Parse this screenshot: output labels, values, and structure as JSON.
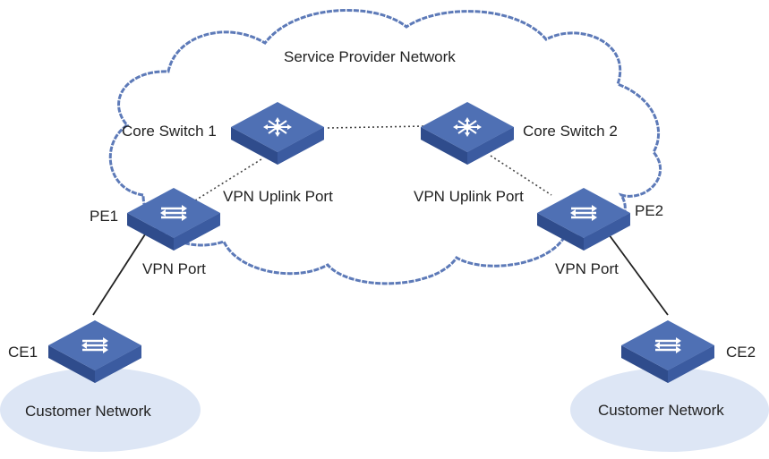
{
  "title": "Service Provider Network",
  "colors": {
    "cloud_stroke": "#5d7ab8",
    "switch_top": "#4f70b4",
    "switch_side_dark": "#2f4c8c",
    "switch_side_mid": "#3b5ba0",
    "customer_fill": "#dde6f5",
    "link_solid": "#222222",
    "link_dotted": "#444444"
  },
  "devices": {
    "core1": {
      "label": "Core Switch 1",
      "icon": "core-switch-icon"
    },
    "core2": {
      "label": "Core Switch 2",
      "icon": "core-switch-icon"
    },
    "pe1": {
      "label": "PE1",
      "icon": "edge-switch-icon"
    },
    "pe2": {
      "label": "PE2",
      "icon": "edge-switch-icon"
    },
    "ce1": {
      "label": "CE1",
      "icon": "edge-switch-icon"
    },
    "ce2": {
      "label": "CE2",
      "icon": "edge-switch-icon"
    }
  },
  "ports": {
    "pe1_uplink": "VPN Uplink Port",
    "pe2_uplink": "VPN Uplink Port",
    "pe1_vpn": "VPN Port",
    "pe2_vpn": "VPN Port"
  },
  "customer_networks": {
    "left": "Customer Network",
    "right": "Customer Network"
  }
}
